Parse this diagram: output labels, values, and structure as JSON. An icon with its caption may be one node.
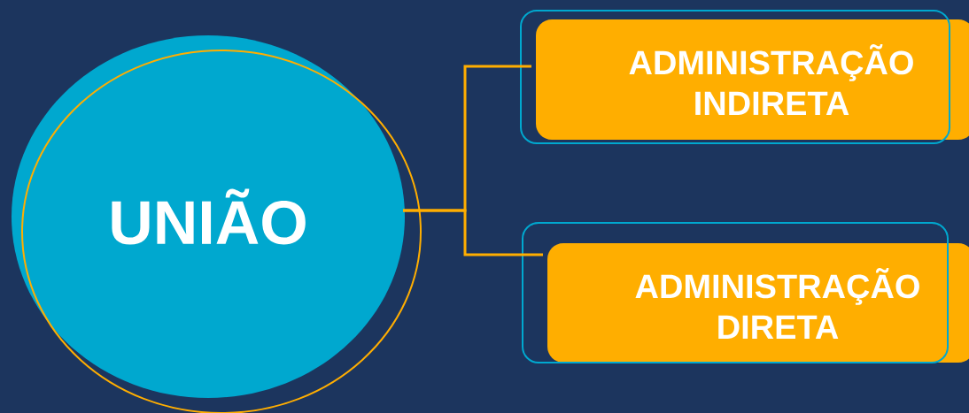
{
  "diagram": {
    "nodes": [
      {
        "text": [
          "UNIÃO"
        ]
      },
      {
        "text": [
          "ADMINISTRAÇÃO INDIRETA"
        ]
      },
      {
        "text": [
          "ADMINISTRAÇÃO DIRETA"
        ]
      }
    ],
    "edges": [
      {
        "from": 0,
        "to": 1,
        "arrow": "none"
      },
      {
        "from": 0,
        "to": 2,
        "arrow": "none"
      }
    ]
  }
}
